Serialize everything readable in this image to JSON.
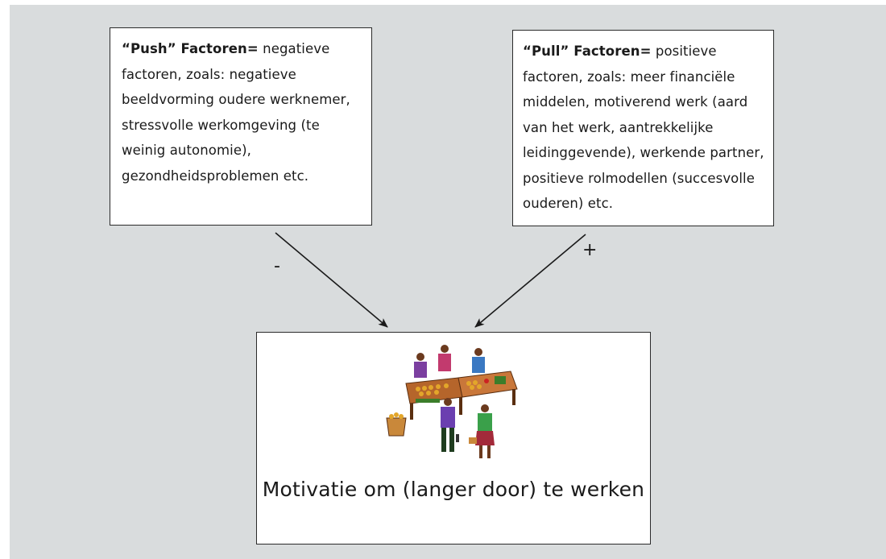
{
  "push": {
    "title": "“Push”  Factoren=",
    "text": " negatieve factoren, zoals: negatieve beeldvorming oudere werknemer, stressvolle werkomgeving (te weinig autonomie), gezondheidsproblemen etc."
  },
  "pull": {
    "title": "“Pull”  Factoren=",
    "text": " positieve factoren, zoals: meer financiële middelen, motiverend werk (aard van het werk, aantrekkelijke leidinggevende), werkende partner, positieve rolmodellen (succesvolle ouderen) etc."
  },
  "center": {
    "label": "Motivatie om (langer door) te werken",
    "illustration_icon": "market-stall-people-illustration"
  },
  "edges": {
    "push_sign": "-",
    "pull_sign": "+"
  },
  "colors": {
    "background": "#d9dcdd",
    "box_fill": "#ffffff",
    "line": "#1a1a1a"
  }
}
